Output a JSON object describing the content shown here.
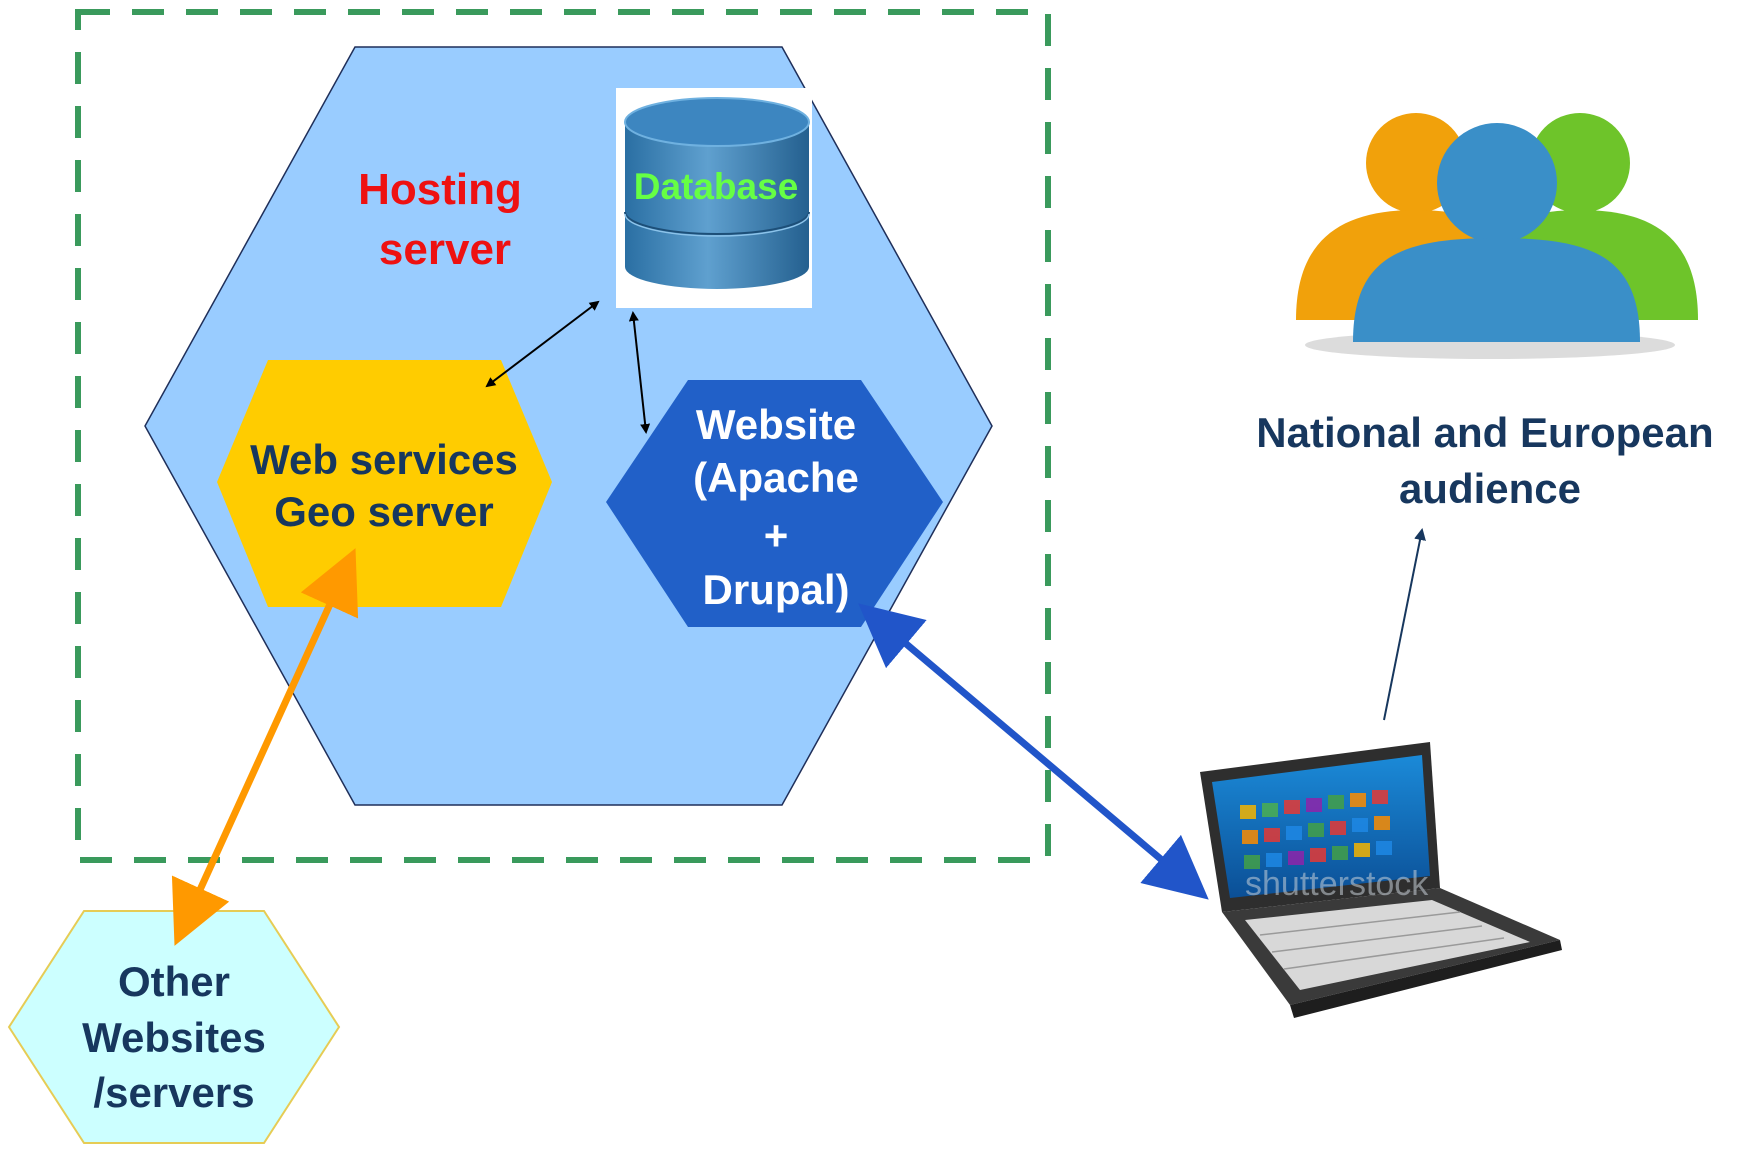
{
  "diagram": {
    "hosting": {
      "line1": "Hosting",
      "line2": "server"
    },
    "database": {
      "label": "Database"
    },
    "web_services": {
      "line1": "Web services",
      "line2": "Geo server"
    },
    "website": {
      "line1": "Website",
      "line2": "(Apache",
      "line3": "+",
      "line4": "Drupal)"
    },
    "other": {
      "line1": "Other",
      "line2": "Websites",
      "line3": "/servers"
    },
    "audience": {
      "line1": "National and European",
      "line2": "audience"
    },
    "laptop_watermark": "shutterstock"
  },
  "colors": {
    "hosting_fill": "#99ccff",
    "web_services_fill": "#ffcc00",
    "website_fill": "#2160c8",
    "other_fill": "#ccffff",
    "boundary_stroke": "#3a9a5c",
    "orange_arrow": "#ff9900",
    "blue_arrow": "#2155c9"
  }
}
